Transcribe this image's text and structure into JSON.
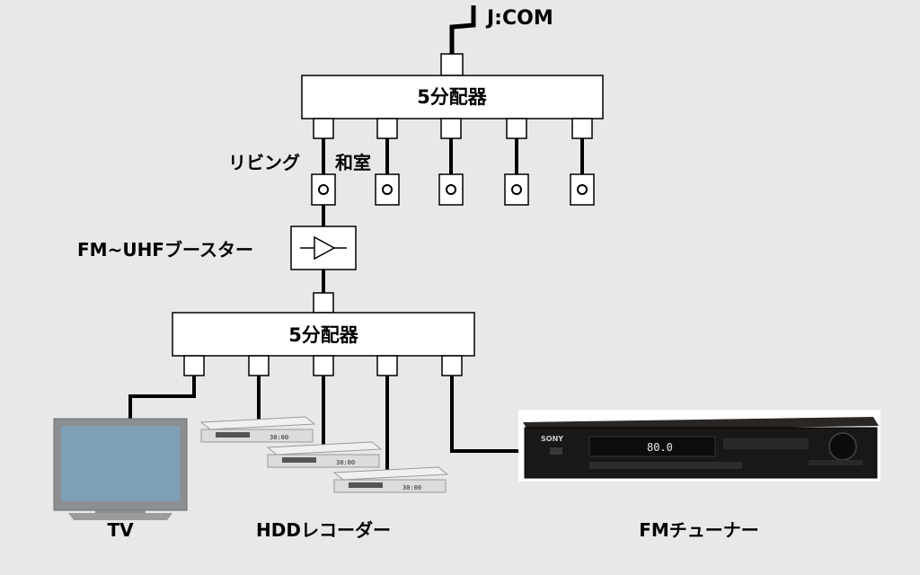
{
  "antenna": {
    "label": "J:COM"
  },
  "splitter_top": {
    "label": "5分配器"
  },
  "splitter_bottom": {
    "label": "5分配器"
  },
  "room_labels": {
    "living": "リビング",
    "washitsu": "和室"
  },
  "booster": {
    "label": "FM~UHFブースター"
  },
  "devices": {
    "tv": "TV",
    "hdd": "HDDレコーダー",
    "fm": "FMチューナー"
  },
  "tuner_panel": {
    "brand": "SONY",
    "display": "80.0"
  },
  "recorder_display": "30:00"
}
